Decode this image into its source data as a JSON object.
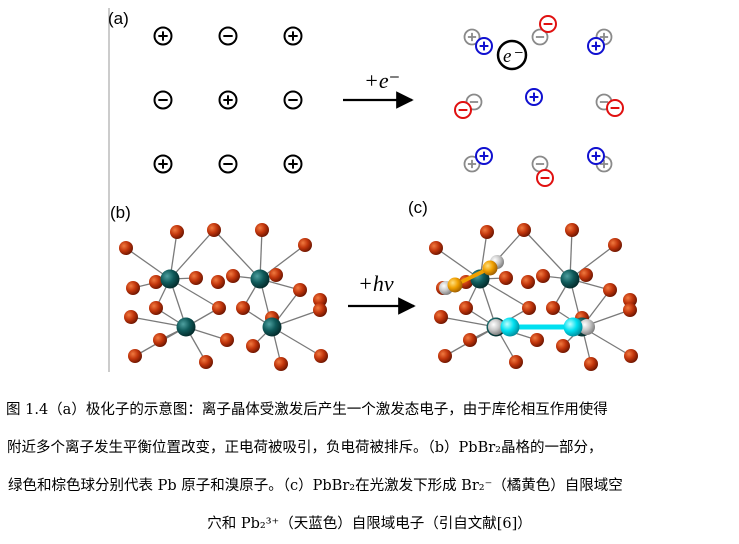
{
  "figure": {
    "label_a": "(a)",
    "label_b": "(b)",
    "label_c": "(c)",
    "arrow_a_label": "+e⁻",
    "arrow_b_label": "+hν",
    "electron_label": "e⁻",
    "colors": {
      "negative_charge": "#e01010",
      "positive_charge": "#1010d0",
      "shifted_ion": "#8a8a8a",
      "pb_atom": "#0f5a5a",
      "br_atom": "#b8320a",
      "br2_hole": "#f0a000",
      "pb2_electron": "#00e0f0"
    }
  },
  "caption": {
    "line1": "图 1.4（a）极化子的示意图：离子晶体受激发后产生一个激发态电子，由于库伦相互作用使得",
    "line2": "附近多个离子发生平衡位置改变，正电荷被吸引，负电荷被排斥。（b）PbBr₂晶格的一部分，",
    "line3": "绿色和棕色球分别代表 Pb 原子和溴原子。（c）PbBr₂在光激发下形成 Br₂⁻（橘黄色）自限域空",
    "line4": "穴和 Pb₂³⁺（天蓝色）自限域电子（引自文献[6]）"
  }
}
